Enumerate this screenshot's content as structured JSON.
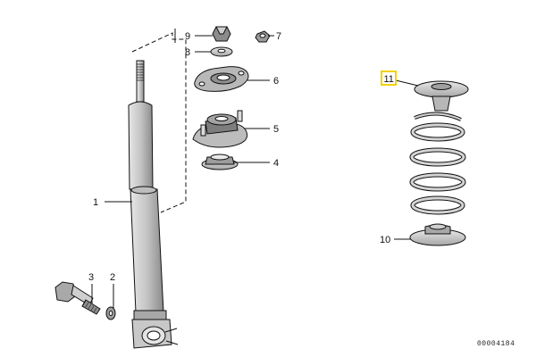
{
  "callouts": {
    "c1": "1",
    "c2": "2",
    "c3": "3",
    "c4": "4",
    "c5": "5",
    "c6": "6",
    "c7": "7",
    "c8": "8",
    "c9": "9",
    "c10": "10",
    "c11": "11"
  },
  "reference_code": "00004184",
  "colors": {
    "line": "#111111",
    "part_fill": "#d9d9d9",
    "part_fill_dark": "#9a9a9a",
    "highlight_box": "#f2d200"
  }
}
